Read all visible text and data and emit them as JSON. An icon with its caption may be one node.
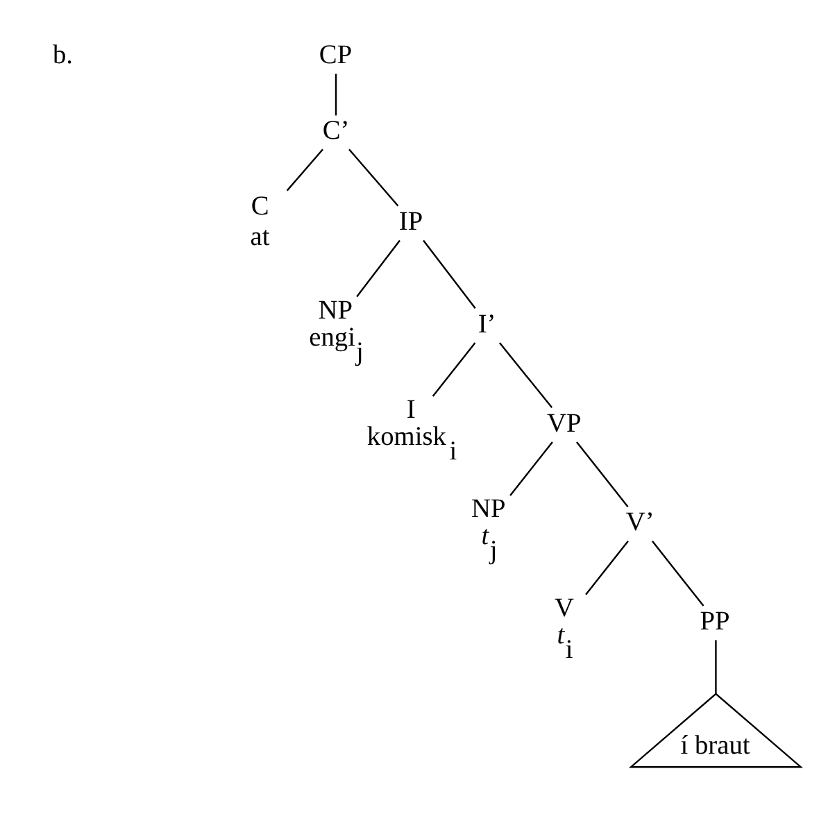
{
  "diagram": {
    "nodes": [
      {
        "text": [
          "CP"
        ]
      },
      {
        "text": [
          "C’"
        ]
      },
      {
        "text": [
          "C",
          "at"
        ]
      },
      {
        "text": [
          "IP"
        ]
      },
      {
        "text": [
          "NP",
          "engi$_{j}$"
        ]
      },
      {
        "text": [
          "I’"
        ]
      },
      {
        "text": [
          "I",
          "komisk$_{i}$"
        ]
      },
      {
        "text": [
          "VP"
        ]
      },
      {
        "text": [
          "NP",
          "*t*$_{j}$"
        ]
      },
      {
        "text": [
          "V’"
        ]
      },
      {
        "text": [
          "V",
          "*t*$_{i}$"
        ]
      },
      {
        "text": [
          "PP"
        ]
      },
      {
        "text": [
          "í braut"
        ]
      }
    ],
    "edges": [
      {
        "from": 0,
        "to": 1,
        "arrow": "none"
      },
      {
        "from": 1,
        "to": 2,
        "arrow": "none"
      },
      {
        "from": 1,
        "to": 3,
        "arrow": "none"
      },
      {
        "from": 3,
        "to": 4,
        "arrow": "none"
      },
      {
        "from": 3,
        "to": 5,
        "arrow": "none"
      },
      {
        "from": 5,
        "to": 6,
        "arrow": "none"
      },
      {
        "from": 5,
        "to": 7,
        "arrow": "none"
      },
      {
        "from": 7,
        "to": 8,
        "arrow": "none"
      },
      {
        "from": 7,
        "to": 9,
        "arrow": "none"
      },
      {
        "from": 9,
        "to": 10,
        "arrow": "none"
      },
      {
        "from": 9,
        "to": 11,
        "arrow": "none"
      },
      {
        "from": 11,
        "to": 12,
        "arrow": "none"
      }
    ],
    "labels": [
      "b."
    ]
  }
}
